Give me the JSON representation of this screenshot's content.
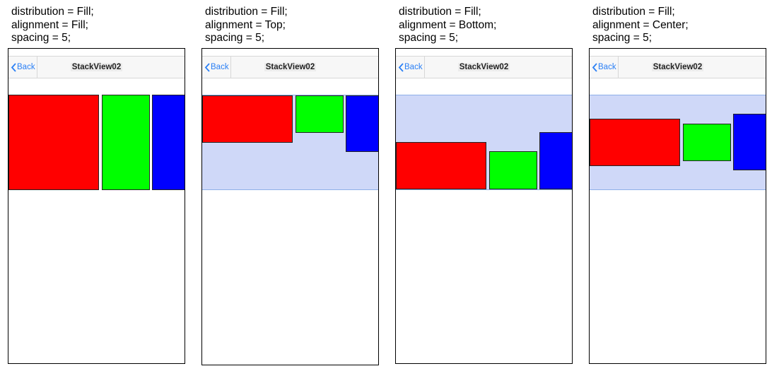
{
  "colors": {
    "red": "#ff0000",
    "green": "#00ff00",
    "blue": "#0000ff",
    "stack_background": "#cfd8f8",
    "link": "#2a7ff5"
  },
  "panels": [
    {
      "caption": [
        "distribution = Fill;",
        "alignment = Fill;",
        "spacing = 5;"
      ],
      "back_label": "Back",
      "title": "StackView02",
      "alignment": "fill",
      "show_stack_background": false
    },
    {
      "caption": [
        "distribution = Fill;",
        "alignment = Top;",
        "spacing = 5;"
      ],
      "back_label": "Back",
      "title": "StackView02",
      "alignment": "top",
      "show_stack_background": true
    },
    {
      "caption": [
        "distribution = Fill;",
        "alignment = Bottom;",
        "spacing = 5;"
      ],
      "back_label": "Back",
      "title": "StackView02",
      "alignment": "bottom",
      "show_stack_background": true
    },
    {
      "caption": [
        "distribution = Fill;",
        "alignment = Center;",
        "spacing = 5;"
      ],
      "back_label": "Back",
      "title": "StackView02",
      "alignment": "center",
      "show_stack_background": true
    }
  ]
}
